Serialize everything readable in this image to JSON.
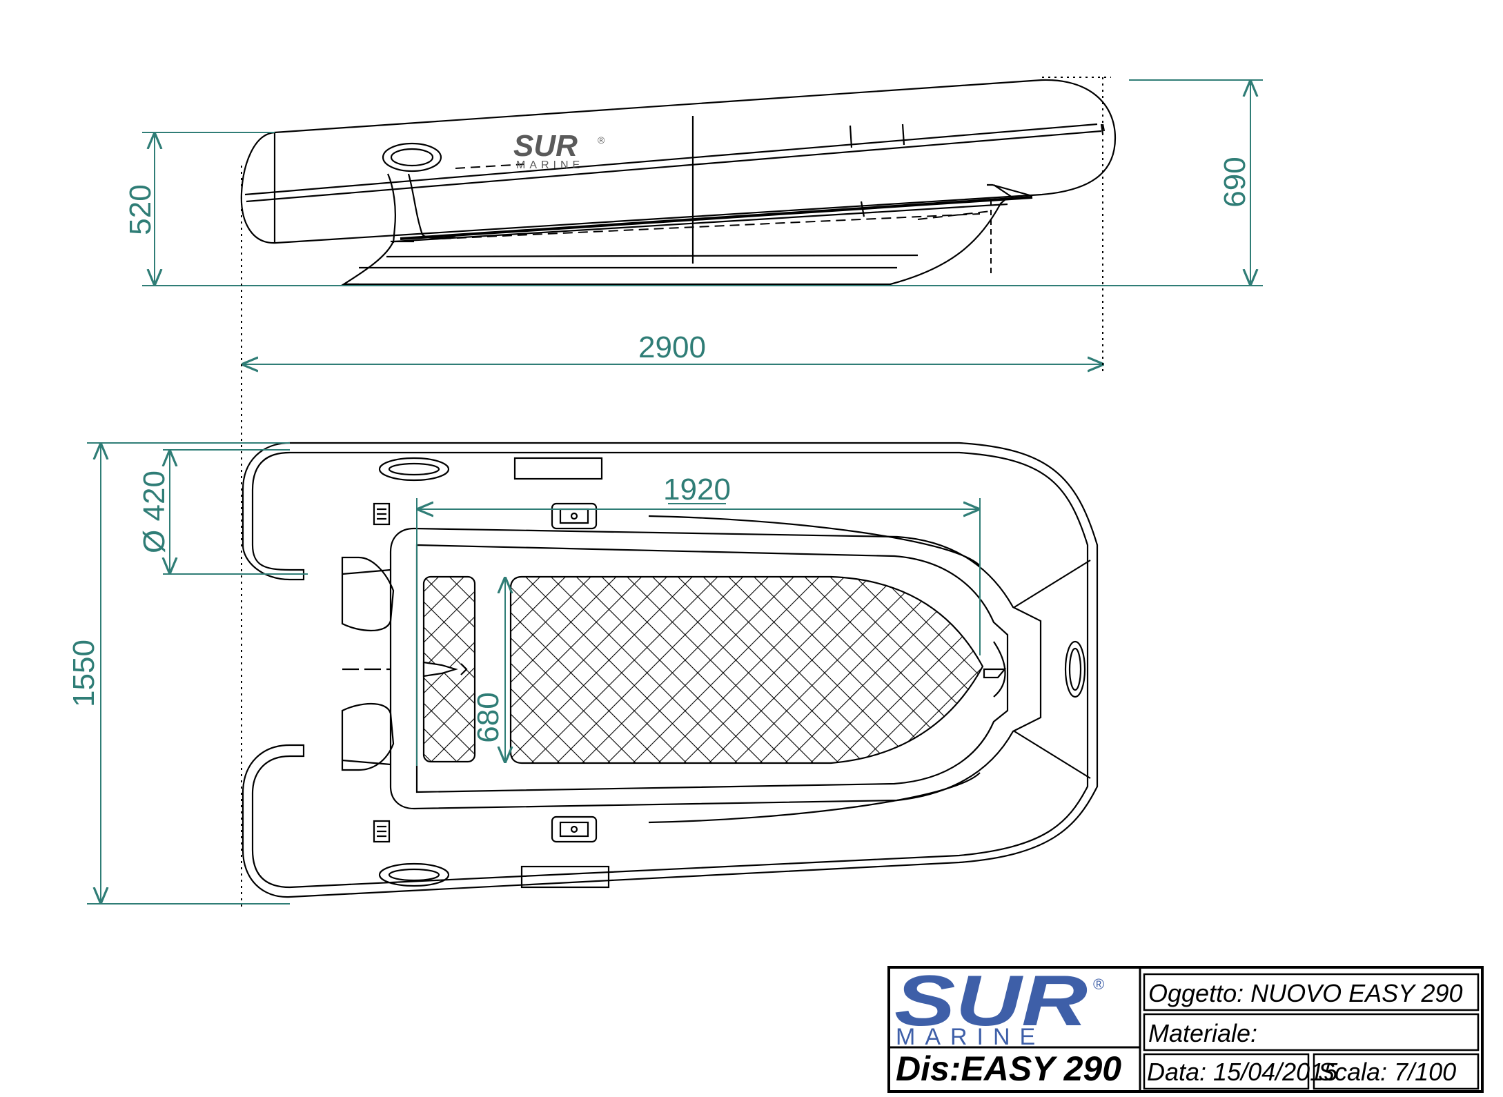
{
  "brand": {
    "logo_main": "SUR",
    "logo_sub": "MARINE",
    "registered": "®",
    "colors": {
      "logo_blue": "#3e5fa8",
      "logo_gray": "#6b6b6b"
    }
  },
  "dimensions": {
    "side_height": "520",
    "total_height": "690",
    "overall_length": "2900",
    "tube_diameter": "Ø 420",
    "overall_beam": "1550",
    "floor_length": "1920",
    "floor_width": "680"
  },
  "title_block": {
    "designation": "Dis:EASY 290",
    "object": "Oggetto: NUOVO EASY 290",
    "material": "Materiale:",
    "date": "Data: 15/04/2015",
    "scale": "Scala: 7/100"
  },
  "colors": {
    "dimension": "#2f7d76",
    "outline": "#000000",
    "background": "#ffffff"
  }
}
